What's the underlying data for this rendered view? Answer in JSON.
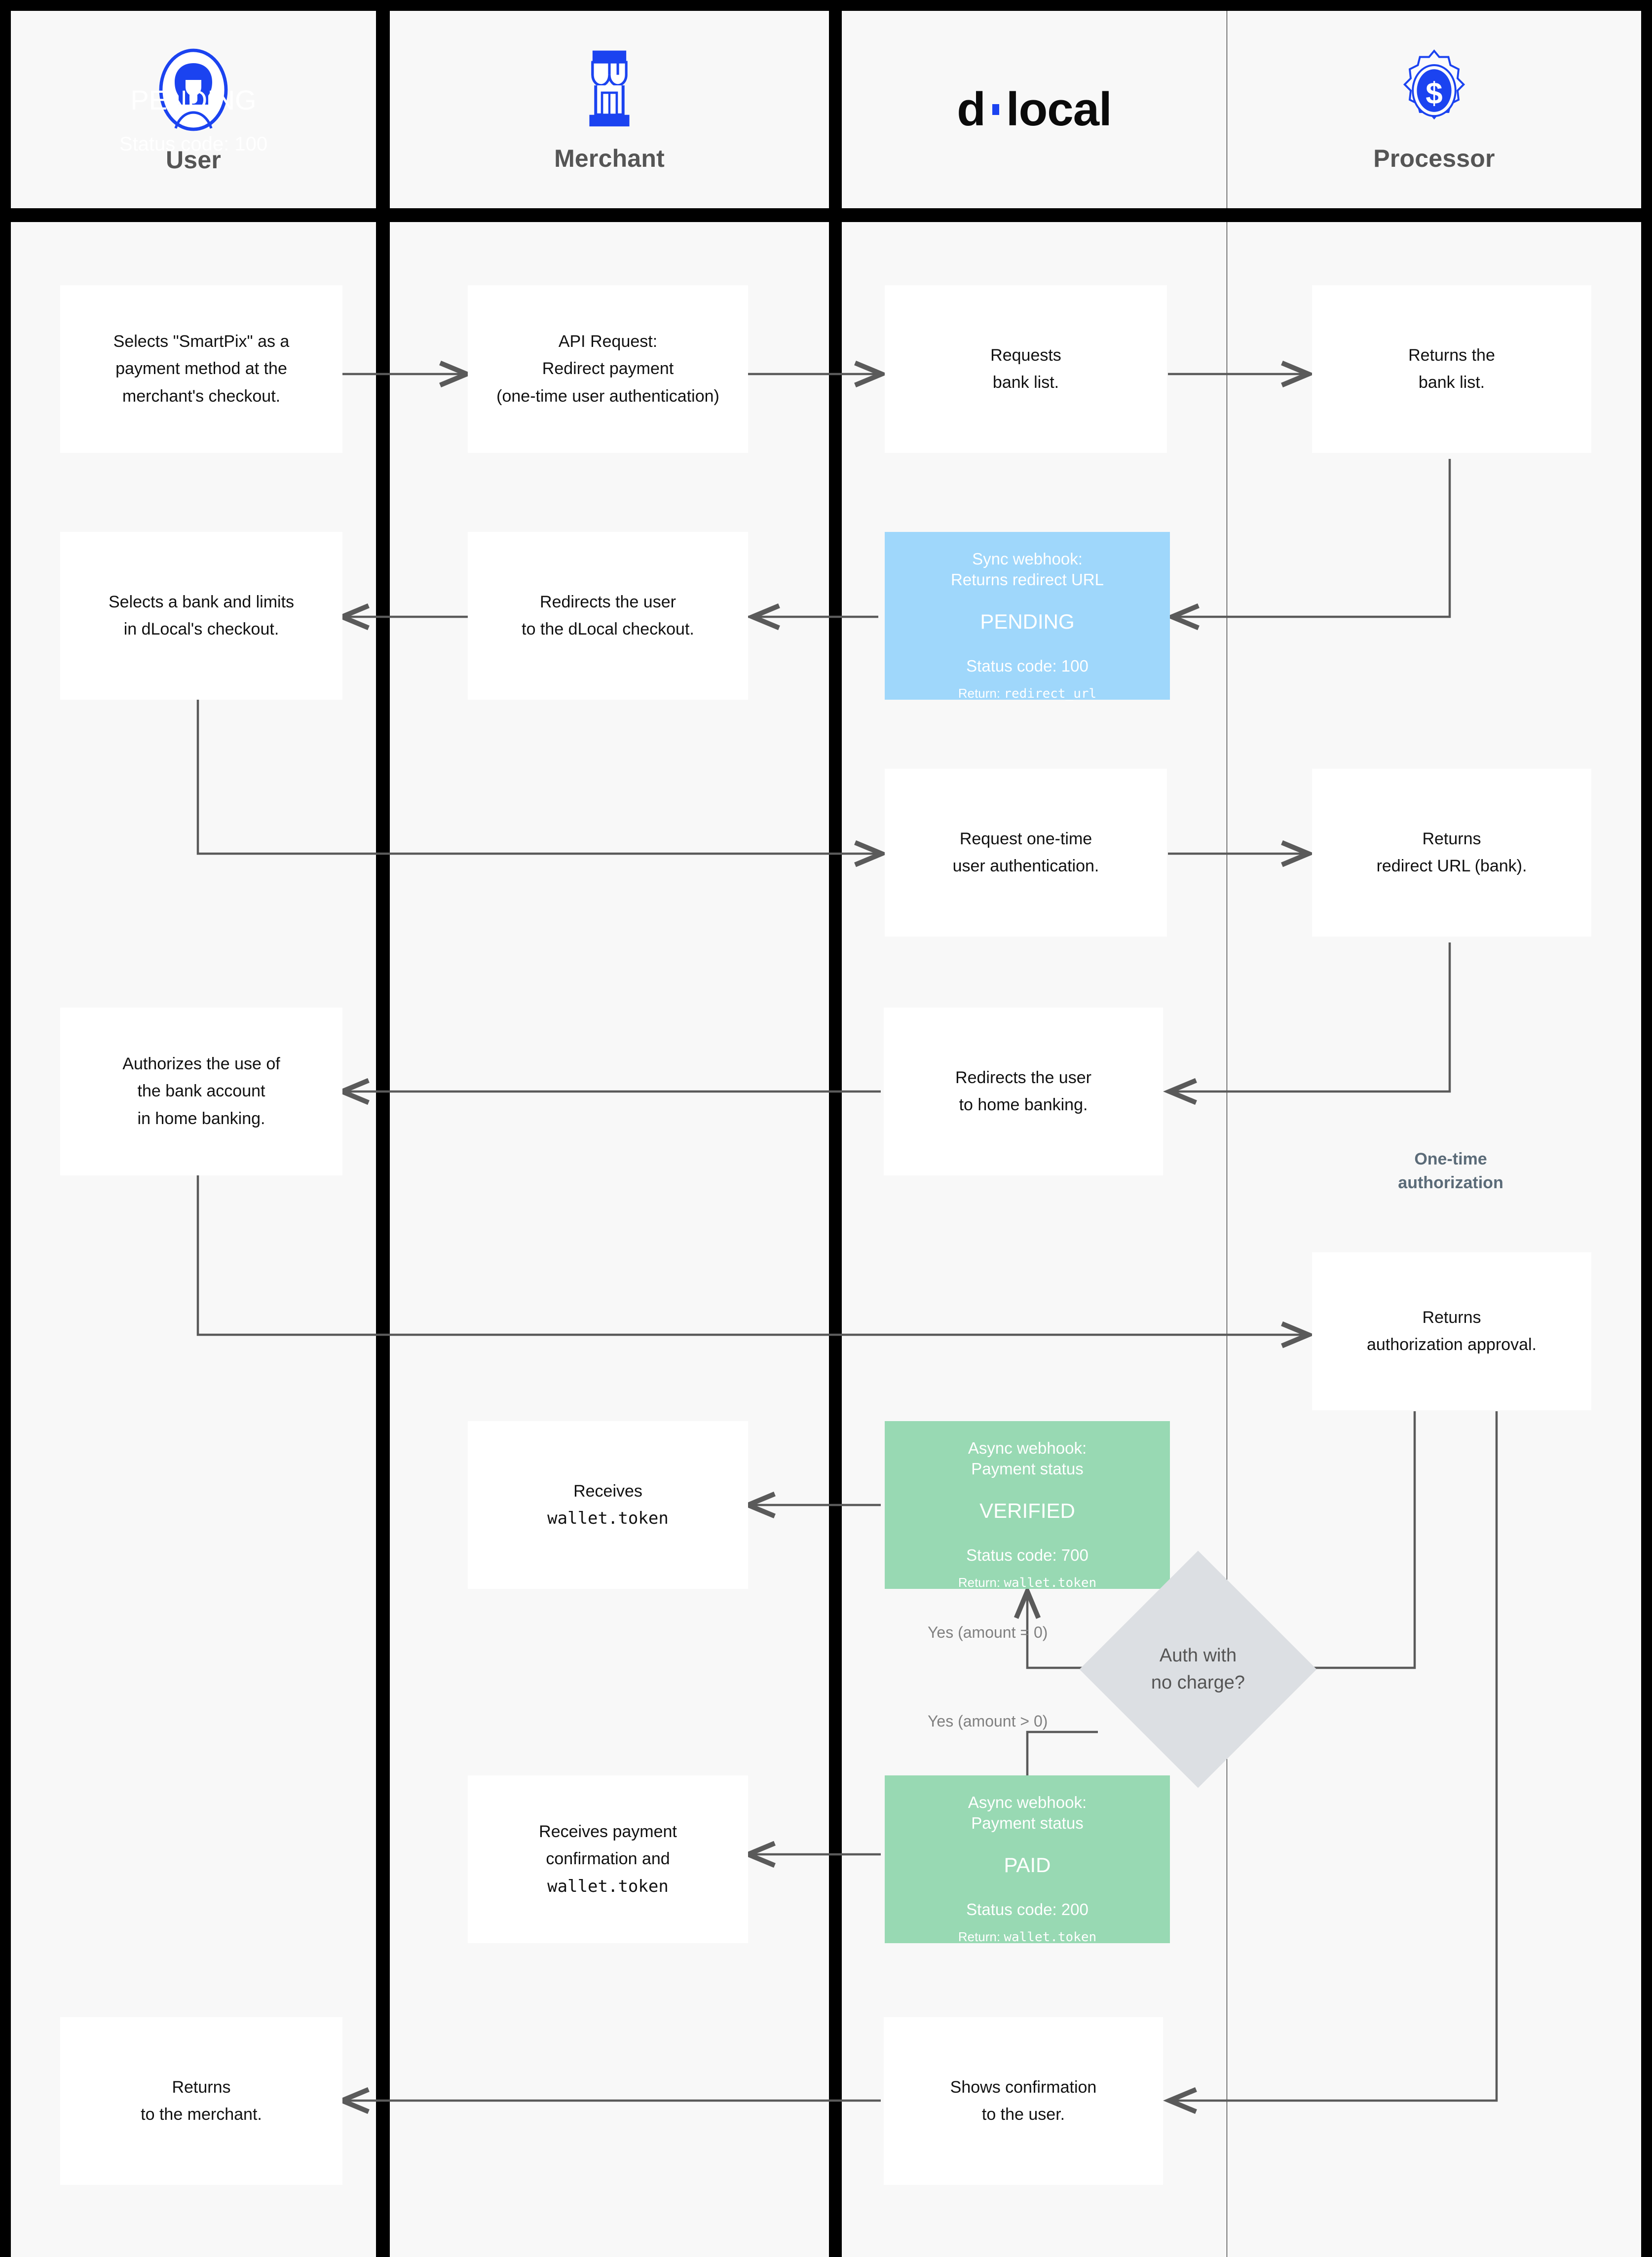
{
  "lanes": [
    {
      "id": "user",
      "title": "User",
      "icon": "user-avatar-icon"
    },
    {
      "id": "merchant",
      "title": "Merchant",
      "icon": "shop-storefront-icon"
    },
    {
      "id": "dlocal",
      "title": "",
      "icon": "dlocal-logo"
    },
    {
      "id": "processor",
      "title": "Processor",
      "icon": "gear-dollar-icon"
    }
  ],
  "brand": {
    "logo_text": "d local",
    "logo_d": "d",
    "logo_local": "local",
    "blue": "#1b43f0"
  },
  "colors": {
    "lane_bg": "#f8f8f8",
    "divider": "#000000",
    "node_bg": "#ffffff",
    "pending_blue": "#9fd7fb",
    "status_green": "#98d9b3",
    "diamond_gray": "#dcdfe3",
    "wire": "#5a5a5a",
    "note_text": "#5b6b78"
  },
  "ghost_text": {
    "line1": "PENDING",
    "line2": "Status code: 100"
  },
  "notes": [
    {
      "id": "one-time-authorization",
      "text": "One-time\nauthorization"
    }
  ],
  "edge_labels": [
    {
      "id": "yes-amount-zero",
      "text": "Yes (amount = 0)"
    },
    {
      "id": "yes-amount-positive",
      "text": "Yes (amount > 0)"
    }
  ],
  "nodes": [
    {
      "id": "user-selects-smartpix",
      "lane": "user",
      "type": "box",
      "lines": [
        "Selects \"SmartPix\" as a",
        "payment method at the",
        "merchant's checkout."
      ]
    },
    {
      "id": "merchant-api-request",
      "lane": "merchant",
      "type": "box",
      "lines": [
        "API Request:",
        "Redirect payment",
        "(one-time user authentication)"
      ]
    },
    {
      "id": "dlocal-requests-bank-list",
      "lane": "dlocal",
      "type": "box",
      "lines": [
        "Requests",
        "bank list."
      ]
    },
    {
      "id": "processor-returns-bank-list",
      "lane": "processor",
      "type": "box",
      "lines": [
        "Returns the",
        "bank list."
      ]
    },
    {
      "id": "user-selects-bank",
      "lane": "user",
      "type": "box",
      "lines": [
        "Selects a bank and limits",
        "in dLocal's checkout."
      ]
    },
    {
      "id": "merchant-redirects-user",
      "lane": "merchant",
      "type": "box",
      "lines": [
        "Redirects the user",
        "to the dLocal checkout."
      ]
    },
    {
      "id": "dlocal-sync-webhook-pending",
      "lane": "dlocal",
      "type": "webhook-blue",
      "title": [
        "Sync webhook:",
        "Returns redirect URL"
      ],
      "status": "PENDING",
      "status_code": "Status code: 100",
      "return_label": "Return: ",
      "return_value": "redirect_url"
    },
    {
      "id": "dlocal-request-one-time-auth",
      "lane": "dlocal",
      "type": "box",
      "lines": [
        "Request one-time",
        "user authentication."
      ]
    },
    {
      "id": "processor-returns-redirect-url",
      "lane": "processor",
      "type": "box",
      "lines": [
        "Returns",
        "redirect URL (bank)."
      ]
    },
    {
      "id": "user-authorizes-bank-account",
      "lane": "user",
      "type": "box",
      "lines": [
        "Authorizes the use of",
        "the bank account",
        "in home banking."
      ]
    },
    {
      "id": "dlocal-redirects-home-banking",
      "lane": "dlocal",
      "type": "box",
      "lines": [
        "Redirects the user",
        "to home banking."
      ]
    },
    {
      "id": "processor-returns-auth-approval",
      "lane": "processor",
      "type": "box",
      "lines": [
        "Returns",
        "authorization approval."
      ]
    },
    {
      "id": "merchant-receives-wallet-token",
      "lane": "merchant",
      "type": "box-mono",
      "lines": [
        "Receives"
      ],
      "mono_lines": [
        "wallet.token"
      ]
    },
    {
      "id": "dlocal-async-webhook-verified",
      "lane": "dlocal",
      "type": "webhook-green",
      "title": [
        "Async webhook:",
        "Payment status"
      ],
      "status": "VERIFIED",
      "status_code": "Status code: 700",
      "return_label": "Return: ",
      "return_value": "wallet.token"
    },
    {
      "id": "decision-auth-no-charge",
      "lane": "processor",
      "type": "diamond",
      "lines": [
        "Auth with",
        "no charge?"
      ]
    },
    {
      "id": "merchant-receives-payment-confirmation",
      "lane": "merchant",
      "type": "box-mono",
      "lines": [
        "Receives payment",
        "confirmation and"
      ],
      "mono_lines": [
        "wallet.token"
      ]
    },
    {
      "id": "dlocal-async-webhook-paid",
      "lane": "dlocal",
      "type": "webhook-green",
      "title": [
        "Async webhook:",
        "Payment status"
      ],
      "status": "PAID",
      "status_code": "Status code: 200",
      "return_label": "Return: ",
      "return_value": "wallet.token"
    },
    {
      "id": "user-returns-to-merchant",
      "lane": "user",
      "type": "box",
      "lines": [
        "Returns",
        "to the merchant."
      ]
    },
    {
      "id": "dlocal-shows-confirmation",
      "lane": "dlocal",
      "type": "box",
      "lines": [
        "Shows confirmation",
        "to the user."
      ]
    }
  ]
}
